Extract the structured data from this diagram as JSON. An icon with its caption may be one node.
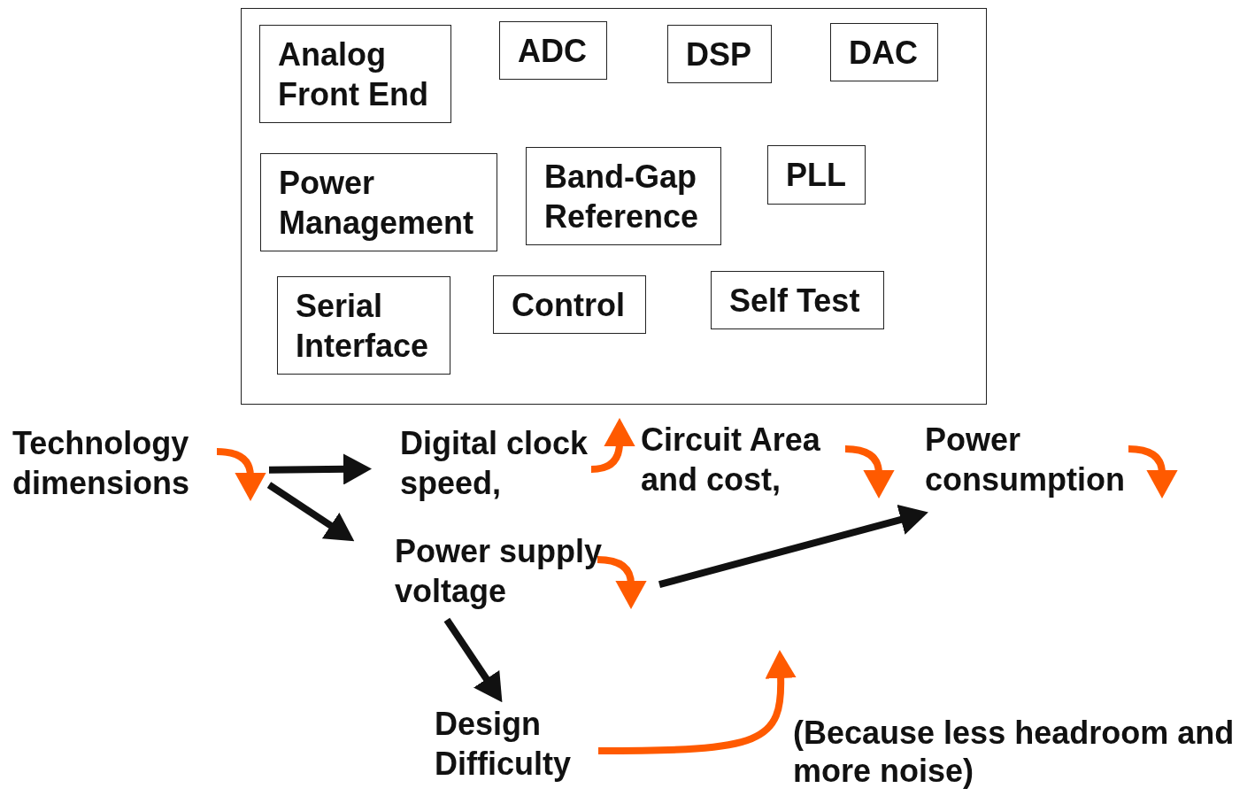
{
  "diagram": {
    "nodes": [
      {
        "text": [],
        "shape": "box"
      },
      {
        "text": [
          "Analog Front End"
        ],
        "in": 0
      },
      {
        "text": [
          "ADC"
        ],
        "in": 0
      },
      {
        "text": [
          "DSP"
        ],
        "in": 0
      },
      {
        "text": [
          "DAC"
        ],
        "in": 0
      },
      {
        "text": [
          "Power Management"
        ],
        "in": 0
      },
      {
        "text": [
          "Band-Gap Reference"
        ],
        "in": 0
      },
      {
        "text": [
          "PLL"
        ],
        "in": 0
      },
      {
        "text": [
          "Serial Interface"
        ],
        "in": 0
      },
      {
        "text": [
          "Control"
        ],
        "in": 0
      },
      {
        "text": [
          "Self Test"
        ],
        "in": 0
      },
      {
        "text": [
          "Technology dimensions"
        ]
      },
      {
        "text": [
          "Digital clock speed,"
        ]
      },
      {
        "text": [
          "Circuit Area and cost,"
        ]
      },
      {
        "text": [
          "Power consumption"
        ]
      },
      {
        "text": [
          "Power supply voltage"
        ]
      },
      {
        "text": [
          "Design Difficulty"
        ]
      }
    ],
    "edges": [
      {
        "from": 11,
        "to": 12,
        "arrow": "to"
      },
      {
        "from": 11,
        "to": 15,
        "arrow": "to"
      },
      {
        "from": 15,
        "to": 14,
        "arrow": "to"
      },
      {
        "from": 15,
        "to": 16,
        "arrow": "to"
      }
    ],
    "labels": [
      "(Because less headroom and more noise)"
    ]
  }
}
